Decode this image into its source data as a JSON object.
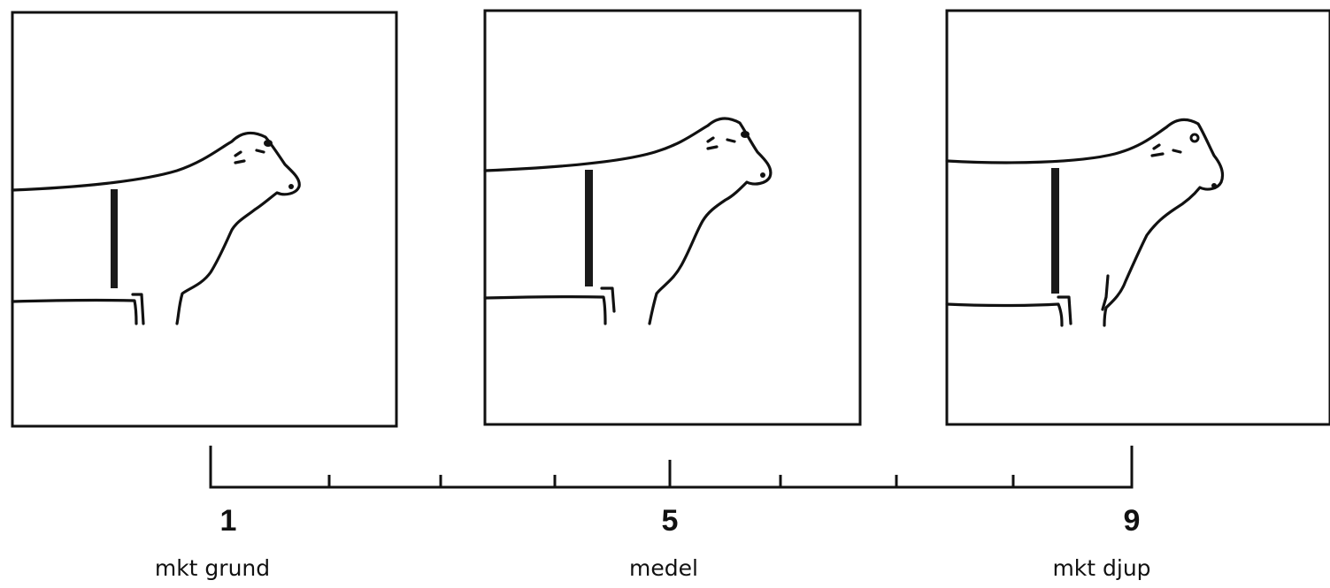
{
  "scale": {
    "min": 1,
    "max": 9,
    "labeled_ticks": [
      "1",
      "5",
      "9"
    ]
  },
  "captions": {
    "low": "mkt grund",
    "mid": "medel",
    "high": "mkt djup"
  },
  "colors": {
    "ink": "#111111",
    "background": "#ffffff"
  }
}
